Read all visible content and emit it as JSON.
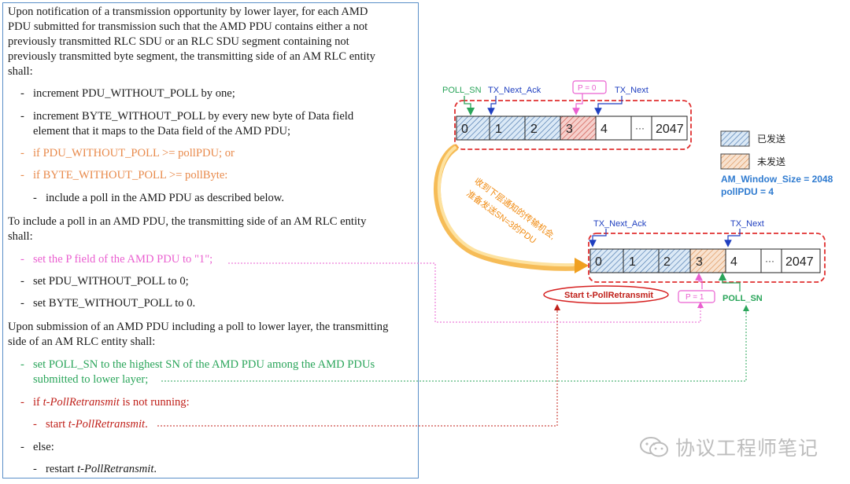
{
  "spec": {
    "intro": [
      "Upon notification of a transmission opportunity by lower layer, for each AMD",
      "PDU submitted for transmission such that the AMD PDU contains either a not",
      "previously transmitted RLC SDU or an RLC SDU segment containing not",
      "previously transmitted byte segment, the transmitting side of an AM RLC entity",
      "shall:"
    ],
    "inc_pdu": "increment PDU_WITHOUT_POLL by one;",
    "inc_byte_1": "increment BYTE_WITHOUT_POLL by every new byte of Data field",
    "inc_byte_2": "element that it maps to the Data field of the AMD PDU;",
    "if_pdu": "if PDU_WITHOUT_POLL >= pollPDU; or",
    "if_byte": "if BYTE_WITHOUT_POLL >= pollByte:",
    "include_poll": "include a poll in the AMD PDU as described below.",
    "to_include_1": "To include a poll in an AMD PDU, the transmitting side of an AM RLC entity",
    "to_include_2": "shall:",
    "set_p": "set the P field of the AMD PDU to \"1\";",
    "set_pdu0": "set PDU_WITHOUT_POLL to 0;",
    "set_byte0": "set BYTE_WITHOUT_POLL to 0.",
    "upon_sub_1": "Upon submission of an AMD PDU including a poll to lower layer, the transmitting",
    "upon_sub_2": "side of an AM RLC entity shall:",
    "set_pollsn_1": "set POLL_SN to the highest SN of the AMD PDU among the AMD PDUs",
    "set_pollsn_2": "submitted to lower layer;",
    "if_prefix": "if ",
    "timer_name": "t-PollRetransmit",
    "if_suffix": " is not running:",
    "start_prefix": "start ",
    "start_suffix": ".",
    "else": "else:",
    "restart_prefix": "restart ",
    "restart_suffix": "."
  },
  "diagram": {
    "top_cells": [
      "0",
      "1",
      "2",
      "3",
      "4",
      "···",
      "2047"
    ],
    "bottom_cells": [
      "0",
      "1",
      "2",
      "3",
      "4",
      "···",
      "2047"
    ],
    "labels": {
      "poll_sn_top": "POLL_SN",
      "tx_next_ack_top": "TX_Next_Ack",
      "p0": "P = 0",
      "tx_next_top": "TX_Next",
      "tx_next_ack_bottom": "TX_Next_Ack",
      "tx_next_bottom": "TX_Next",
      "p1": "P = 1",
      "poll_sn_bottom": "POLL_SN",
      "start_timer": "Start t-PollRetransmit"
    },
    "curve_text_1": "收到下层通知的传输机会,",
    "curve_text_2": "准备发送SN=3的PDU"
  },
  "legend": {
    "sent": "已发送",
    "unsent": "未发送",
    "window_size": "AM_Window_Size = 2048",
    "poll_pdu": "pollPDU = 4"
  },
  "watermark": "协议工程师笔记",
  "colors": {
    "orange": "#e8894a",
    "pink": "#ea5fd0",
    "green": "#2aa55a",
    "red": "#c0201a",
    "blue_label": "#1f3fc0",
    "legend_blue": "#2f7bd0",
    "border_blue": "#5a8fc8"
  }
}
